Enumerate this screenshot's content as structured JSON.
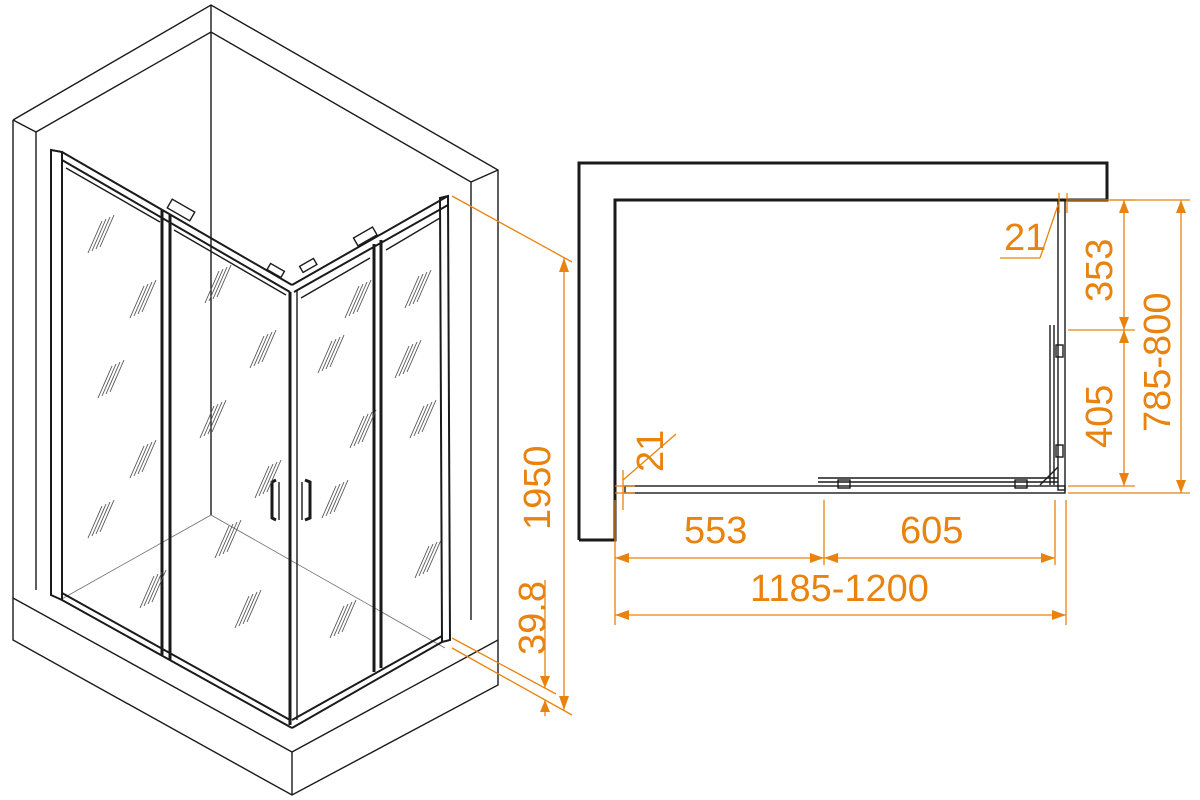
{
  "colors": {
    "dimension": "#e8830f",
    "line": "#1a1a1a"
  },
  "dimensions": {
    "height": "1950",
    "threshold": "39.8",
    "side_wall_gap": "21",
    "front_wall_gap": "21",
    "side_fixed_panel": "353",
    "side_door": "405",
    "side_total": "785-800",
    "front_fixed_panel": "553",
    "front_door": "605",
    "front_total": "1185-1200"
  }
}
